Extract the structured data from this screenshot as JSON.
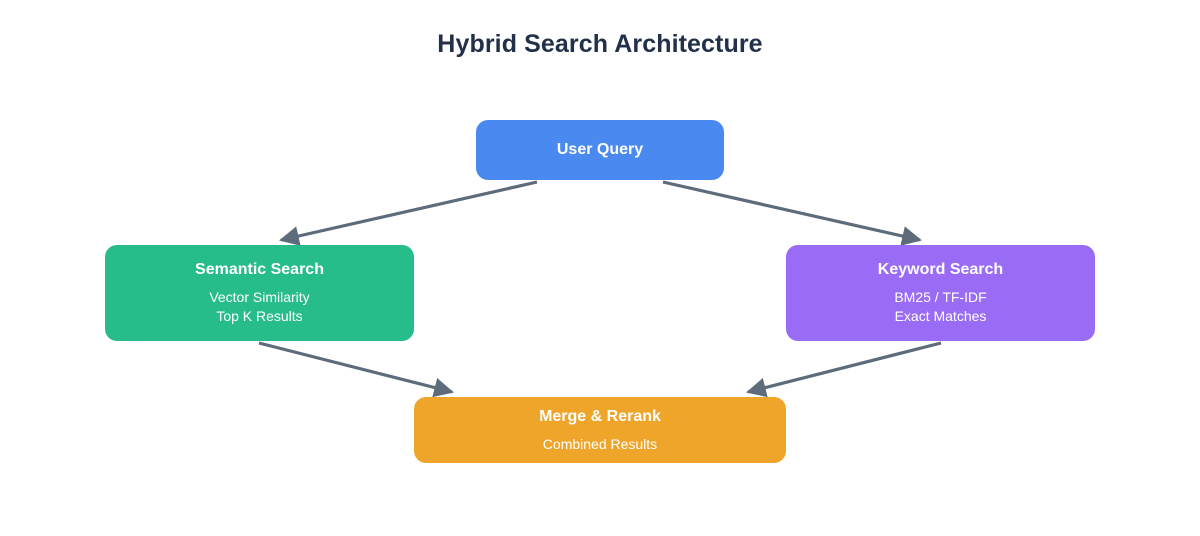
{
  "diagram": {
    "title": "Hybrid Search Architecture",
    "title_color": "#22304a",
    "background": "#ffffff",
    "edge_color": "#5d6b7a",
    "nodes": [
      {
        "id": "user-query",
        "title": "User Query",
        "subtitles": [],
        "color": "#4a8af0"
      },
      {
        "id": "semantic-search",
        "title": "Semantic Search",
        "subtitles": [
          "Vector Similarity",
          "Top K Results"
        ],
        "color": "#27bd8b"
      },
      {
        "id": "keyword-search",
        "title": "Keyword Search",
        "subtitles": [
          "BM25 / TF-IDF",
          "Exact Matches"
        ],
        "color": "#9a6cf5"
      },
      {
        "id": "merge-rerank",
        "title": "Merge & Rerank",
        "subtitles": [
          "Combined Results"
        ],
        "color": "#efa52a"
      }
    ],
    "edges": [
      {
        "id": "query-to-semantic",
        "from": "user-query",
        "to": "semantic-search",
        "arrowhead": "filled-triangle"
      },
      {
        "id": "query-to-keyword",
        "from": "user-query",
        "to": "keyword-search",
        "arrowhead": "filled-triangle"
      },
      {
        "id": "semantic-to-merge",
        "from": "semantic-search",
        "to": "merge-rerank",
        "arrowhead": "filled-triangle"
      },
      {
        "id": "keyword-to-merge",
        "from": "keyword-search",
        "to": "merge-rerank",
        "arrowhead": "filled-triangle"
      }
    ]
  }
}
